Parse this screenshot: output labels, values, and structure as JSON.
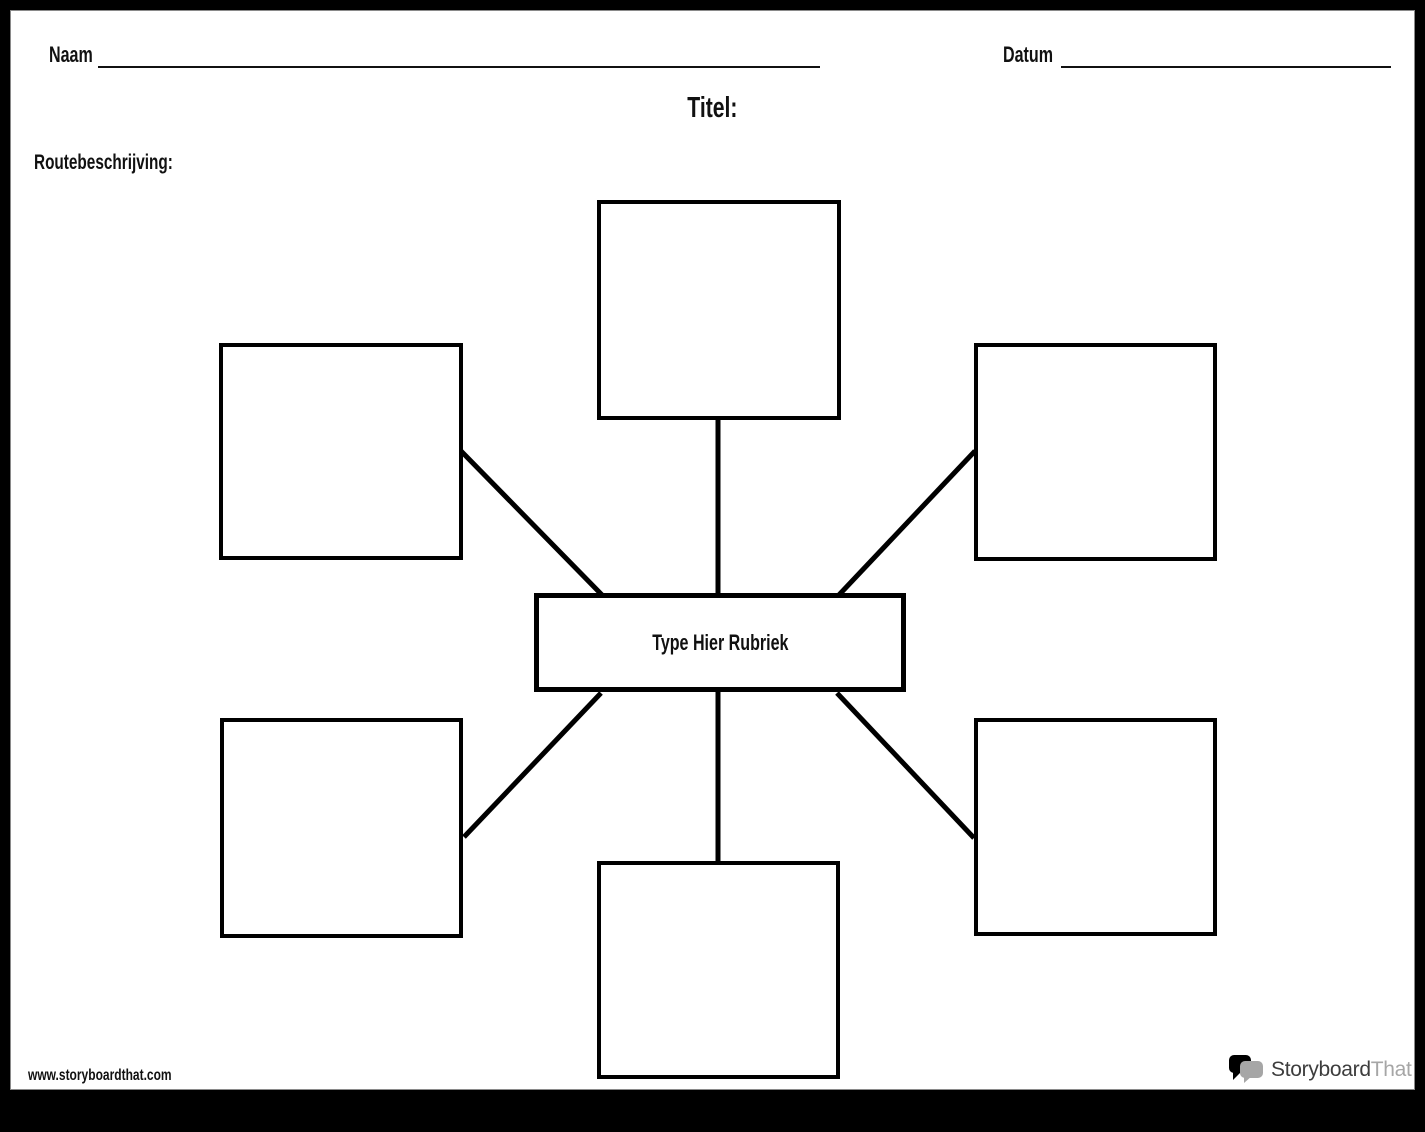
{
  "header": {
    "name_label": "Naam",
    "date_label": "Datum",
    "title_label": "Titel:",
    "directions_label": "Routebeschrijving:"
  },
  "spider_map": {
    "center_label": "Type Hier Rubriek",
    "outer_cells": [
      "",
      "",
      "",
      "",
      "",
      ""
    ],
    "outer_cell_count": 6
  },
  "footer": {
    "website": "www.storyboardthat.com",
    "brand_part1": "Storyboard",
    "brand_part2": "That"
  },
  "colors": {
    "line": "#000000",
    "page_background": "#ffffff",
    "outer_background": "#000000",
    "page_edge": "#8a8a8a",
    "brand_dark": "#3d3d3d",
    "brand_light": "#a6a6a6"
  }
}
